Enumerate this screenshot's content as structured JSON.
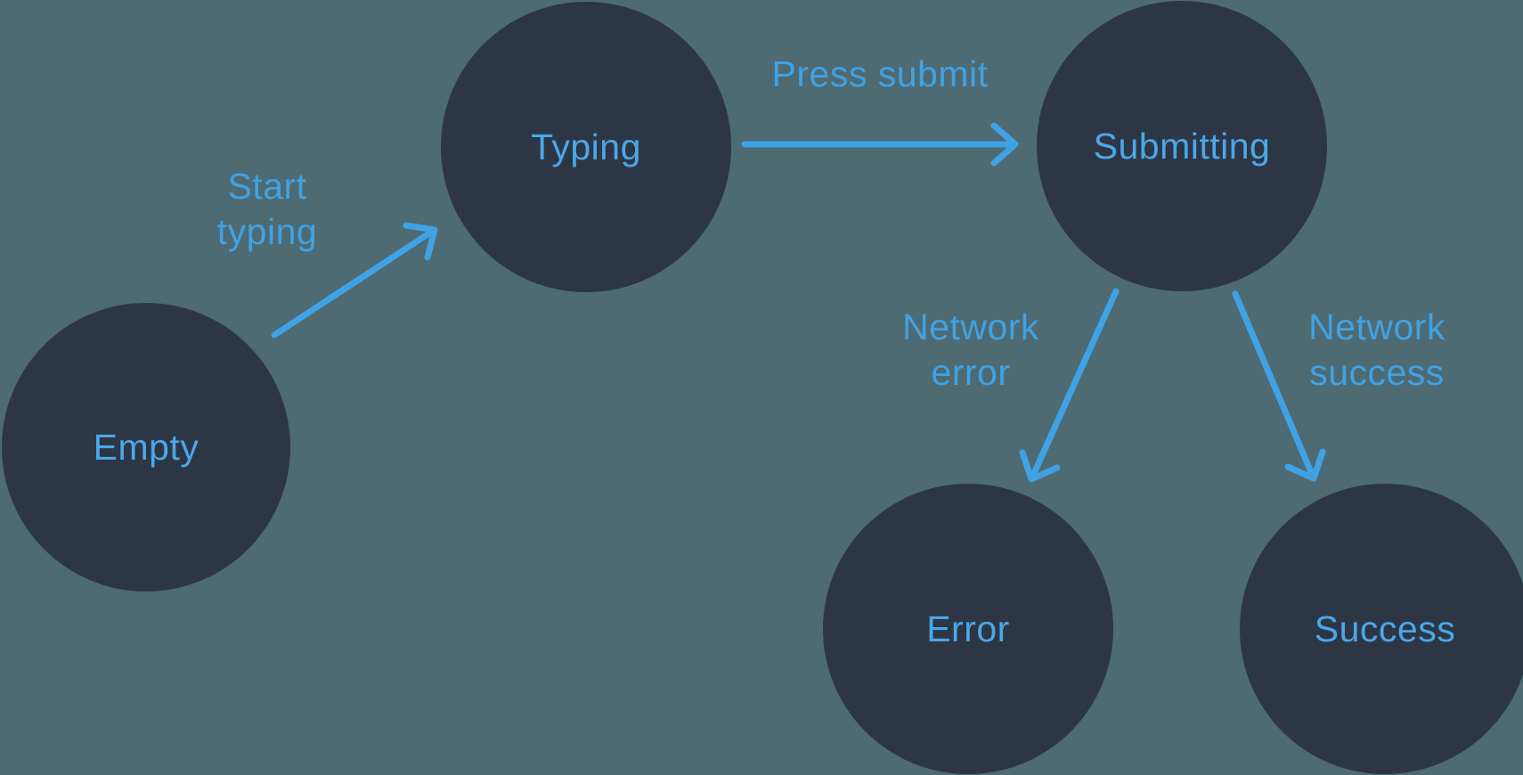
{
  "colors": {
    "background": "#4E6A72",
    "node_fill": "#2D3644",
    "node_text": "#4BA7EA",
    "edge": "#3FA2E4"
  },
  "states": [
    {
      "id": "empty",
      "label": "Empty"
    },
    {
      "id": "typing",
      "label": "Typing"
    },
    {
      "id": "submitting",
      "label": "Submitting"
    },
    {
      "id": "error",
      "label": "Error"
    },
    {
      "id": "success",
      "label": "Success"
    }
  ],
  "transitions": [
    {
      "id": "start-typing",
      "label": "Start typing",
      "from": "Empty",
      "to": "Typing"
    },
    {
      "id": "press-submit",
      "label": "Press submit",
      "from": "Typing",
      "to": "Submitting"
    },
    {
      "id": "network-error",
      "label": "Network error",
      "from": "Submitting",
      "to": "Error"
    },
    {
      "id": "network-success",
      "label": "Network success",
      "from": "Submitting",
      "to": "Success"
    }
  ]
}
